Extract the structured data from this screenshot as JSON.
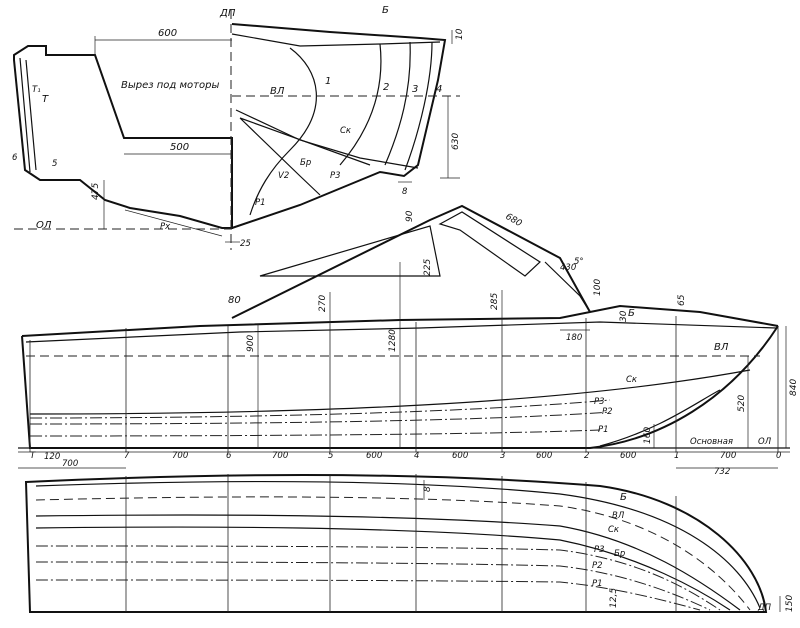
{
  "labels": {
    "dp_top": "ДП",
    "motor_cut": "Вырез под моторы",
    "b": "Б",
    "vl": "ВЛ",
    "sk": "Ск",
    "br": "Бр",
    "ol": "ОЛ",
    "osnovnaya": "Основная",
    "dp_bottom": "ДП",
    "p1": "Р1",
    "p2": "Р2",
    "p3": "Р3",
    "st1": "1",
    "st2": "2",
    "st3": "3",
    "st4": "4",
    "st5": "5",
    "st6": "6",
    "st7": "7",
    "st7r": "7",
    "st6r": "6",
    "st5r": "5",
    "st4r": "4",
    "st3r": "3",
    "st2r": "2",
    "st1r": "1",
    "st0r": "0",
    "t1": "Т₁",
    "t": "Т",
    "px": "Рх",
    "v2": "V2"
  },
  "dimensions": {
    "d600_top": "600",
    "d500": "500",
    "d475": "475",
    "d630": "630",
    "d10": "10",
    "d8": "8",
    "d25": "25",
    "d80": "80",
    "d900": "900",
    "d270": "270",
    "d1280": "1280",
    "d225": "225",
    "d285": "285",
    "d90": "90",
    "d680": "680",
    "d430": "430",
    "d5deg": "5°",
    "d100": "100",
    "d180": "180",
    "d30": "30",
    "d65": "65",
    "d520": "520",
    "d840": "840",
    "d160": "160",
    "d120": "120",
    "d700a": "700",
    "d700b": "700",
    "d700c": "700",
    "d600a": "600",
    "d600b": "600",
    "d600c": "600",
    "d600d": "600",
    "d700e": "700",
    "d732": "732",
    "d8b": "8",
    "d125": "12,5",
    "d150": "150"
  }
}
